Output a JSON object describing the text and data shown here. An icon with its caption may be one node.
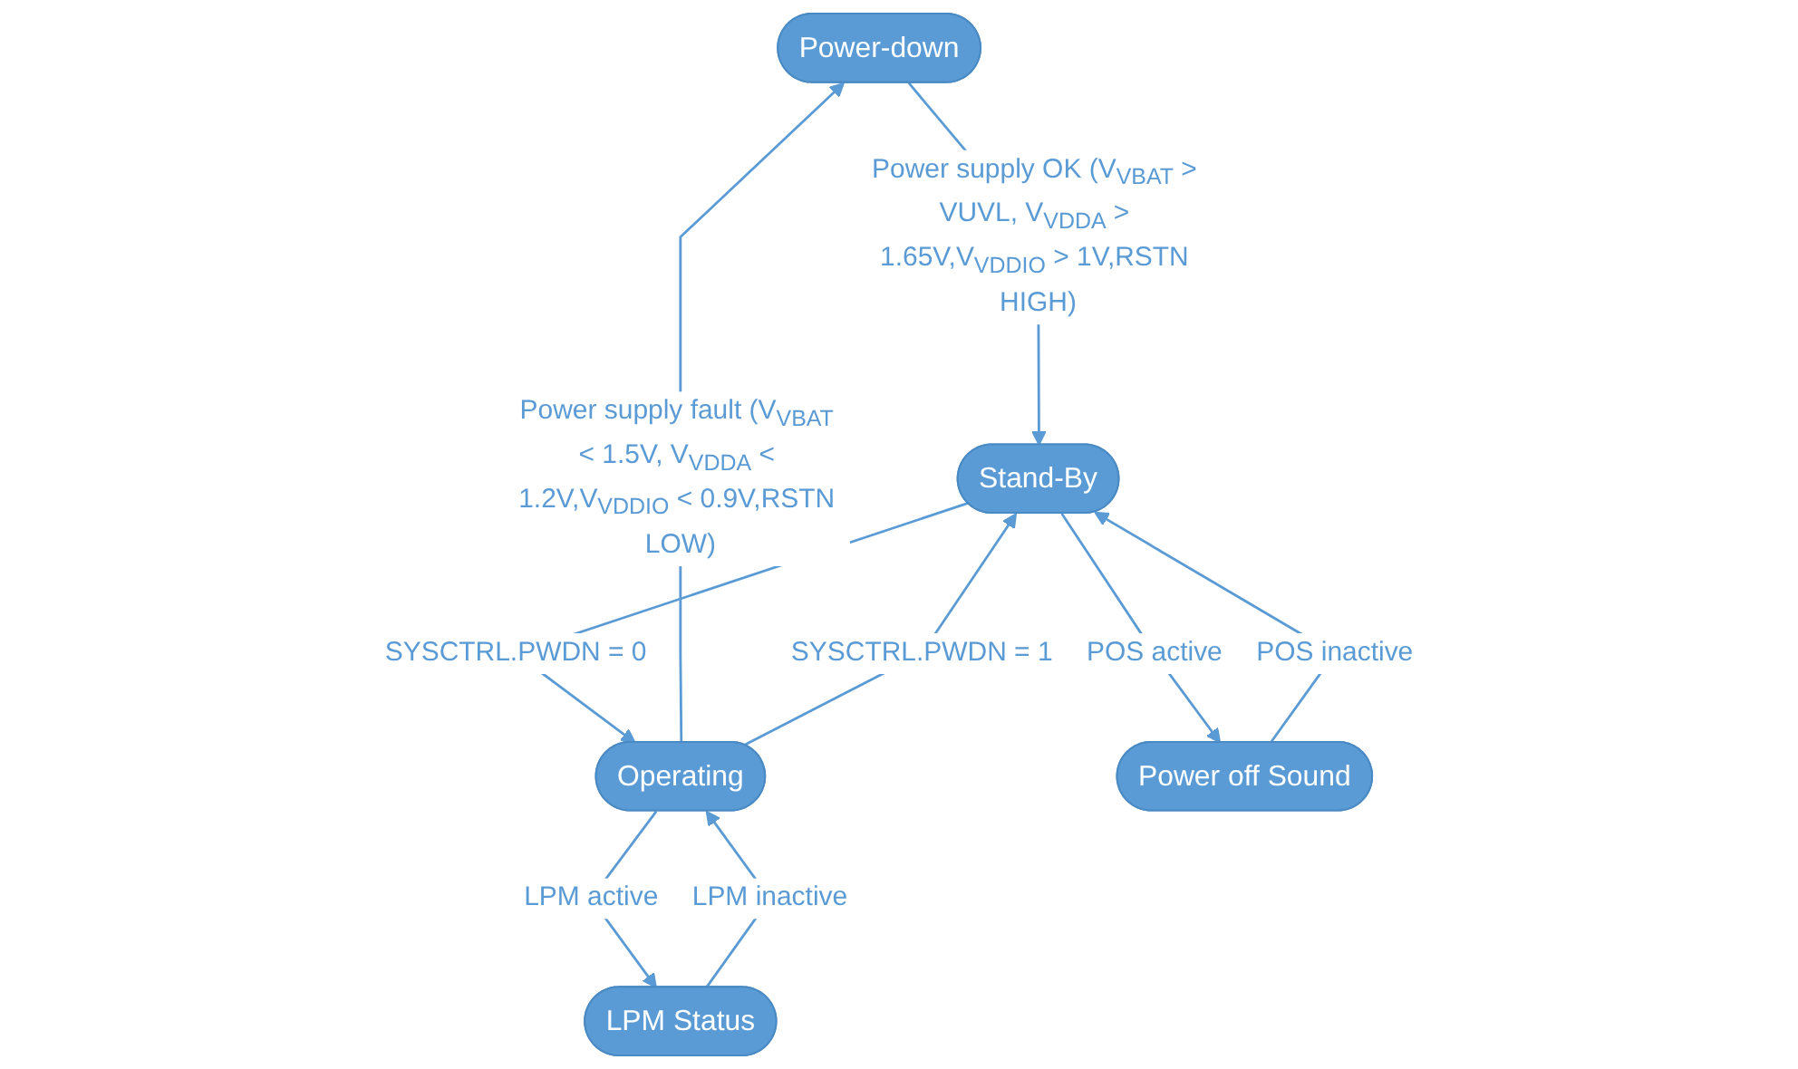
{
  "diagram": {
    "nodes": [
      {
        "text": [
          "Power-down"
        ]
      },
      {
        "text": [
          "Stand-By"
        ]
      },
      {
        "text": [
          "Operating"
        ]
      },
      {
        "text": [
          "Power off Sound"
        ]
      },
      {
        "text": [
          "LPM Status"
        ]
      }
    ],
    "edges": [
      {
        "from": 0,
        "to": 1,
        "arrow": "to",
        "label": "Power supply OK (V$_{VBAT}$ > VUVL, V$_{VDDA}$ > 1.65V,V$_{VDDIO}$ > 1V,RSTN HIGH)"
      },
      {
        "from": 2,
        "to": 0,
        "arrow": "to",
        "label": "Power supply fault (V$_{VBAT}$ < 1.5V, V$_{VDDA}$ < 1.2V,V$_{VDDIO}$ < 0.9V,RSTN LOW)"
      },
      {
        "from": 1,
        "to": 2,
        "arrow": "to",
        "label": "SYSCTRL.PWDN = 0"
      },
      {
        "from": 2,
        "to": 1,
        "arrow": "to",
        "label": "SYSCTRL.PWDN = 1"
      },
      {
        "from": 1,
        "to": 3,
        "arrow": "to",
        "label": "POS active"
      },
      {
        "from": 3,
        "to": 1,
        "arrow": "to",
        "label": "POS inactive"
      },
      {
        "from": 4,
        "to": 2,
        "arrow": "to",
        "label": "LPM inactive"
      },
      {
        "from": 2,
        "to": 4,
        "arrow": "to",
        "label": "LPM active"
      }
    ]
  }
}
